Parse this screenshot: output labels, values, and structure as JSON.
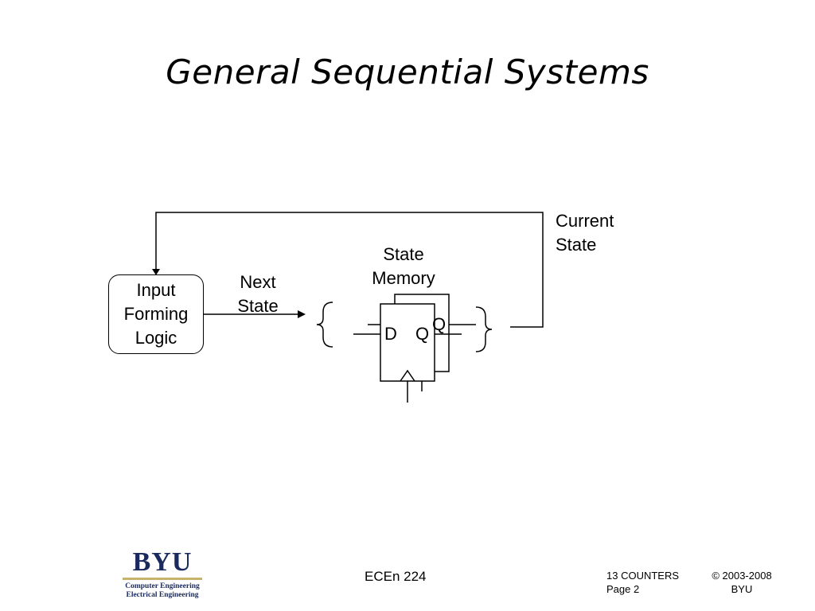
{
  "slide": {
    "title": "General Sequential Systems"
  },
  "diagram": {
    "input_logic_lines": [
      "Input",
      "Forming",
      "Logic"
    ],
    "next_state_lines": [
      "Next",
      "State"
    ],
    "state_memory_lines": [
      "State",
      "Memory"
    ],
    "current_state_lines": [
      "Current",
      "State"
    ],
    "flip_flop": {
      "d_label": "D",
      "q_label": "Q"
    }
  },
  "footer": {
    "logo": {
      "mark": "BYU",
      "line1": "Computer Engineering",
      "line2": "Electrical Engineering",
      "accent_color": "#c9b26a",
      "brand_color": "#1b2a5e"
    },
    "course": "ECEn 224",
    "section": "13 COUNTERS",
    "page": "Page 2",
    "copyright": "© 2003-2008",
    "org": "BYU"
  }
}
